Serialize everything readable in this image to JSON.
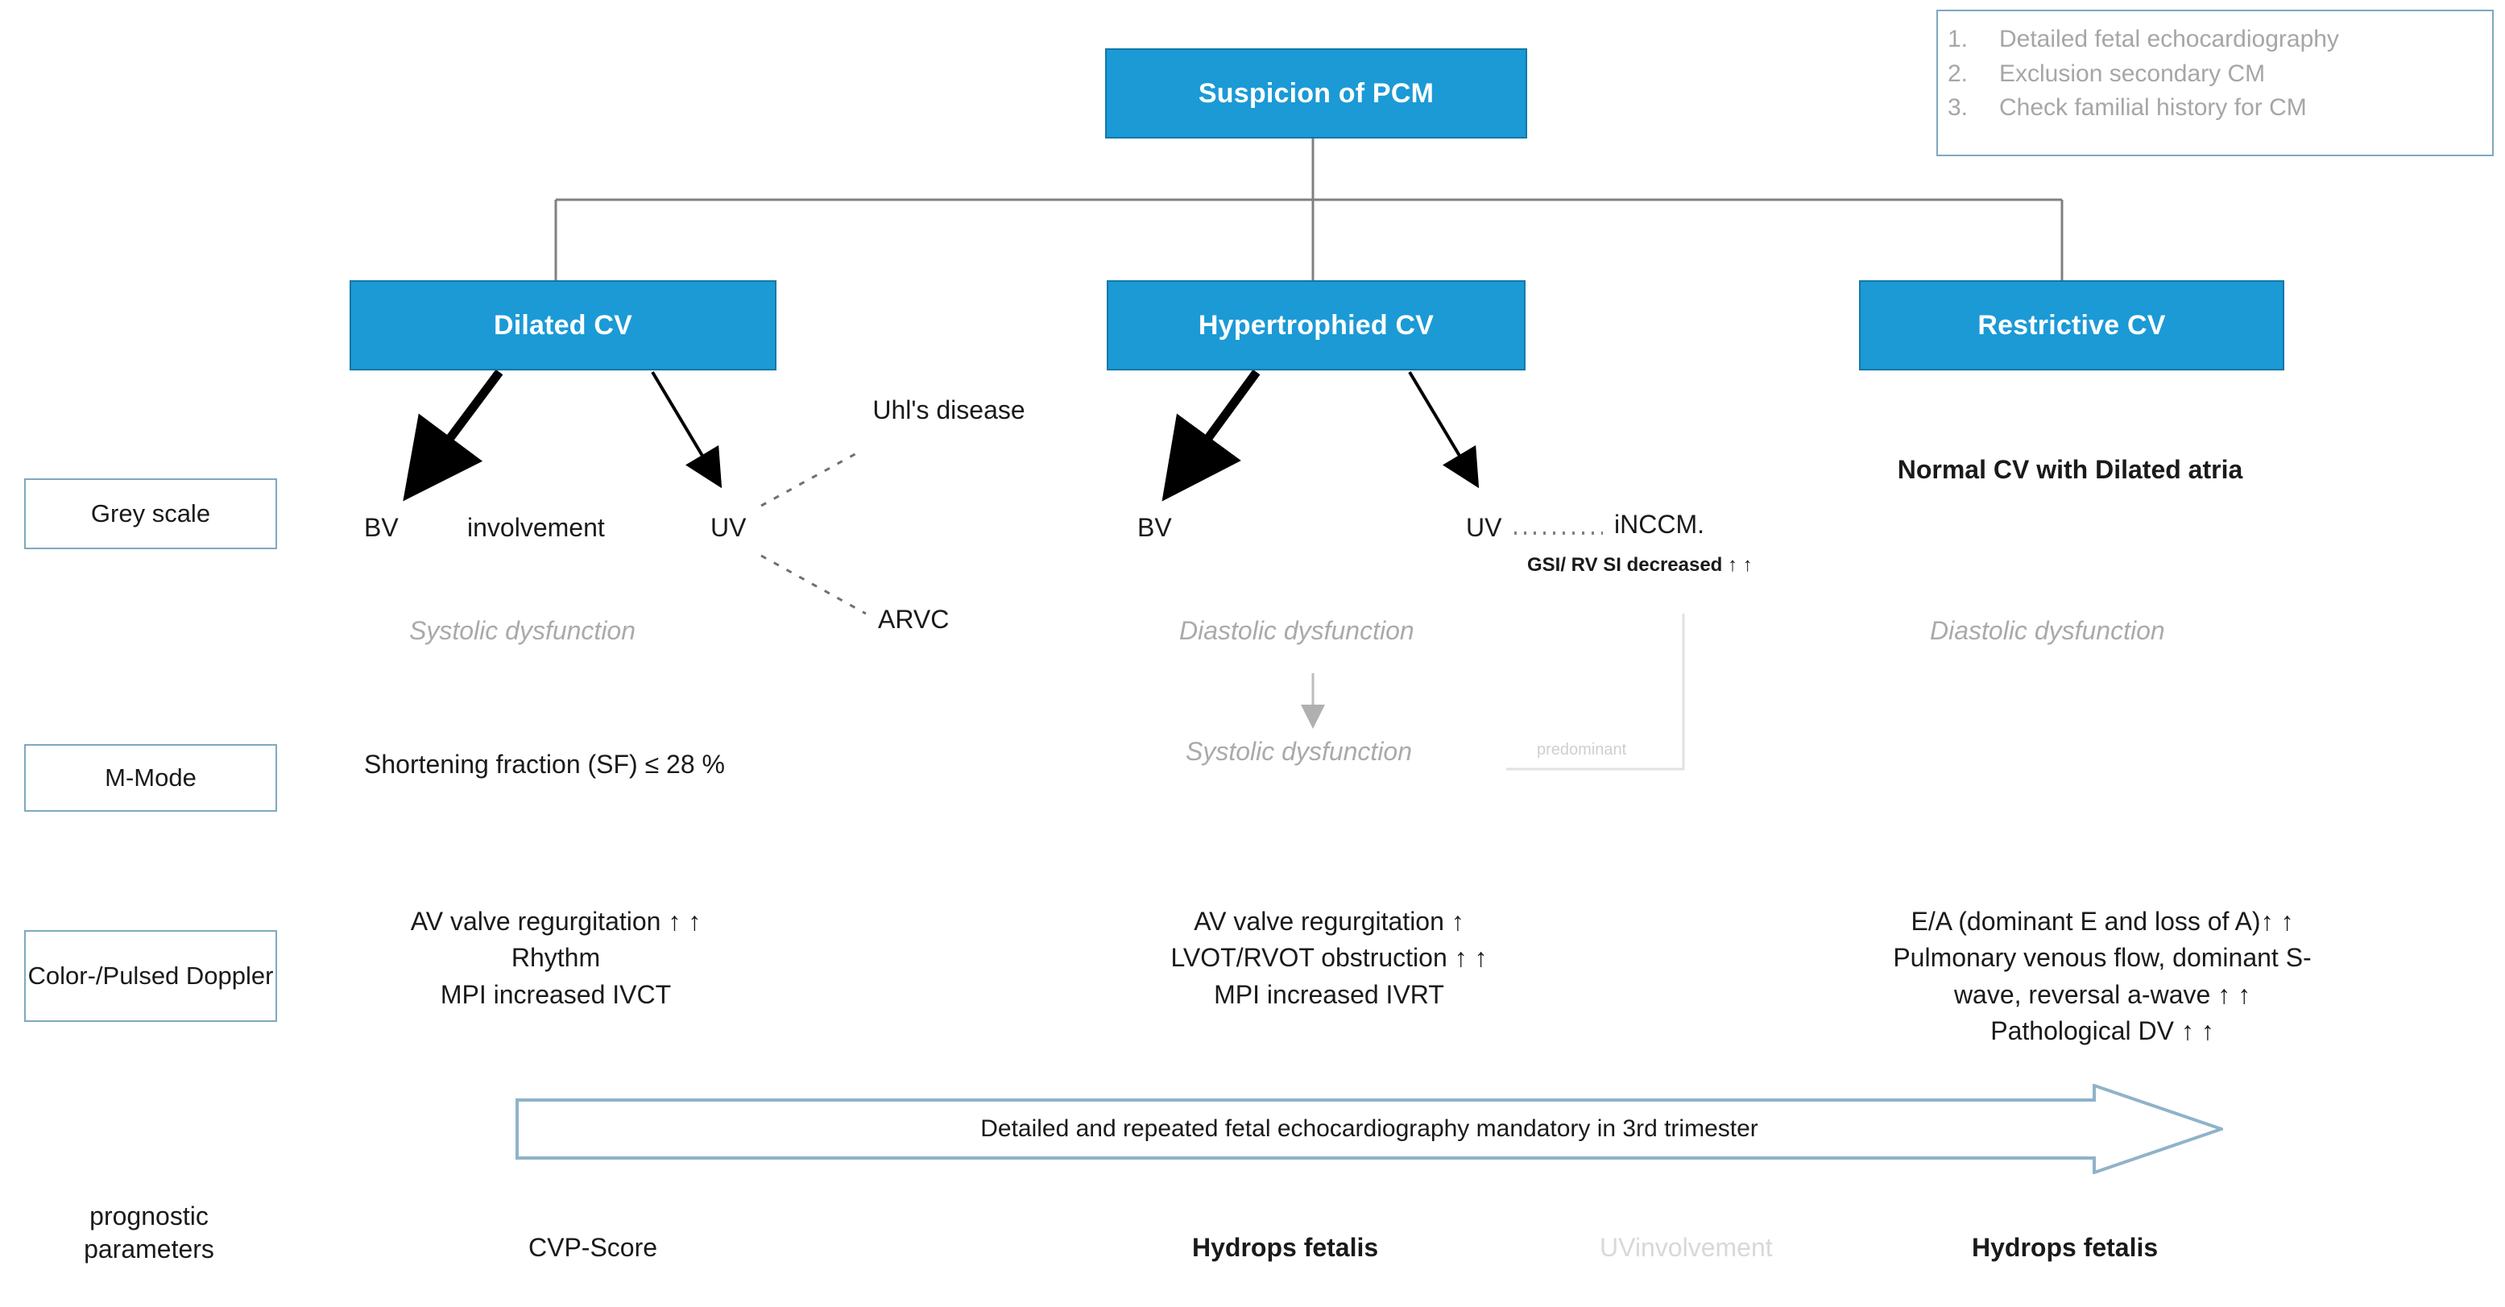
{
  "diagram": {
    "title_box": {
      "label": "Suspicion of  PCM"
    },
    "legend": {
      "items": [
        {
          "num": "1.",
          "text": "Detailed fetal echocardiography"
        },
        {
          "num": "2.",
          "text": "Exclusion secondary CM"
        },
        {
          "num": "3.",
          "text": "Check familial history for CM"
        }
      ]
    },
    "categories": [
      {
        "label": "Dilated CV"
      },
      {
        "label": "Hypertrophied CV"
      },
      {
        "label": "Restrictive CV"
      }
    ],
    "row_labels": [
      {
        "label": "Grey scale"
      },
      {
        "label": "M-Mode"
      },
      {
        "label": "Color-/Pulsed Doppler"
      },
      {
        "label": "prognostic parameters"
      }
    ],
    "grey_scale": {
      "dilated": {
        "bv": "BV",
        "involvement": "involvement",
        "uv": "UV",
        "branch_top": "Uhl's disease",
        "branch_bottom": "ARVC",
        "note": "Systolic dysfunction"
      },
      "hypertrophied": {
        "bv": "BV",
        "uv": "UV",
        "inccm": "iNCCM.",
        "gsi": "GSI/ RV SI decreased ↑ ↑",
        "note_1": "Diastolic dysfunction",
        "note_2": "Systolic dysfunction",
        "predominant": "predominant"
      },
      "restrictive": {
        "finding": "Normal CV with Dilated atria",
        "note": "Diastolic dysfunction"
      }
    },
    "m_mode": {
      "dilated": "Shortening fraction (SF) ≤ 28 %",
      "hypertrophied": "",
      "restrictive": ""
    },
    "doppler": {
      "dilated": [
        "AV valve regurgitation ↑ ↑",
        "Rhythm",
        "MPI increased IVCT"
      ],
      "hypertrophied": [
        "AV valve regurgitation ↑",
        "LVOT/RVOT obstruction ↑ ↑",
        "MPI increased IVRT"
      ],
      "restrictive": [
        "E/A (dominant E and loss of A)↑ ↑",
        "Pulmonary venous flow, dominant S-",
        "wave, reversal a-wave ↑ ↑",
        "Pathological DV ↑ ↑"
      ]
    },
    "banner": {
      "label": "Detailed and repeated fetal echocardiography mandatory in 3rd trimester"
    },
    "prognostic": {
      "dilated": "CVP-Score",
      "hypertrophied": "Hydrops fetalis",
      "hypertrophied_uv": "UVinvolvement",
      "restrictive": "Hydrops fetalis"
    },
    "colors": {
      "box_fill": "#1b9ad6",
      "box_border": "#1278a8",
      "label_border": "#7fa8c0",
      "muted_text": "#aaaaaa",
      "ghost_text": "#d8d8d8",
      "wire": "#808080"
    }
  }
}
